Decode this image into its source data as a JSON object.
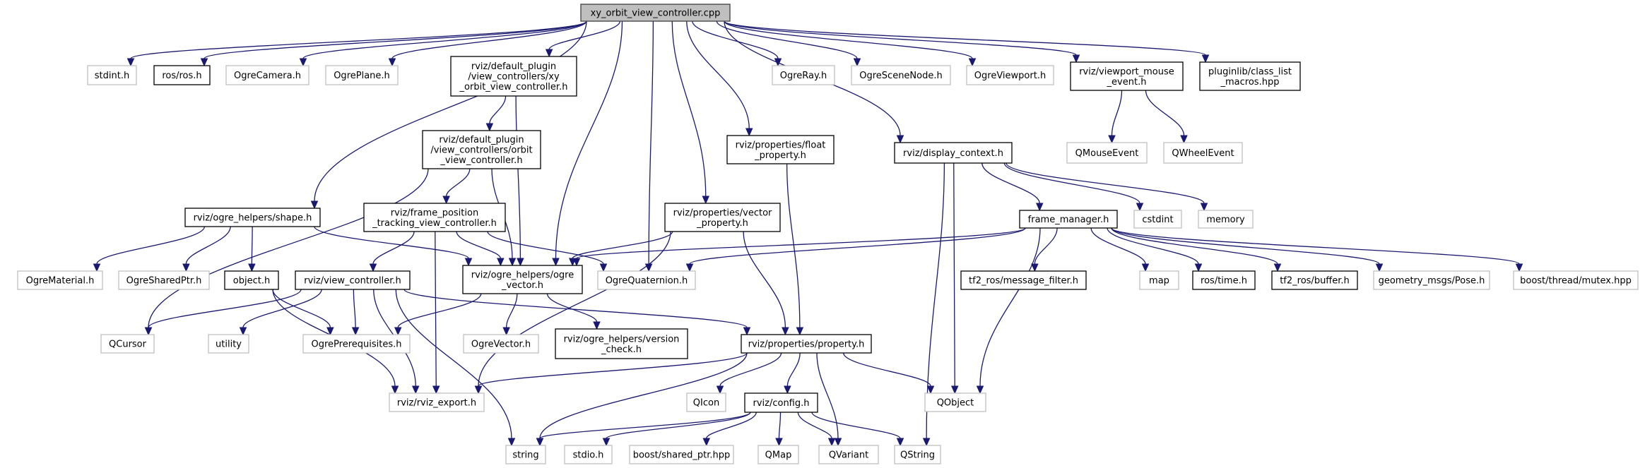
{
  "title": "xy_orbit_view_controller.cpp",
  "colors": {
    "edge": "#191970",
    "root_fill": "#bfbfbf",
    "local_border": "#000000",
    "external_border": "#bfbfbf"
  },
  "nodes": {
    "root": {
      "lines": [
        "xy_orbit_view_controller.cpp"
      ],
      "kind": "root"
    },
    "stdint_h": {
      "lines": [
        "stdint.h"
      ],
      "kind": "external"
    },
    "ros_ros_h": {
      "lines": [
        "ros/ros.h"
      ],
      "kind": "local"
    },
    "ogre_camera": {
      "lines": [
        "OgreCamera.h"
      ],
      "kind": "external"
    },
    "ogre_plane": {
      "lines": [
        "OgrePlane.h"
      ],
      "kind": "external"
    },
    "xy_orbit_h": {
      "lines": [
        "rviz/default_plugin",
        "/view_controllers/xy",
        "_orbit_view_controller.h"
      ],
      "kind": "local"
    },
    "ogre_ray": {
      "lines": [
        "OgreRay.h"
      ],
      "kind": "external"
    },
    "ogre_scenenode": {
      "lines": [
        "OgreSceneNode.h"
      ],
      "kind": "external"
    },
    "ogre_viewport": {
      "lines": [
        "OgreViewport.h"
      ],
      "kind": "external"
    },
    "viewport_mouse_event": {
      "lines": [
        "rviz/viewport_mouse",
        "_event.h"
      ],
      "kind": "local"
    },
    "class_list_macros": {
      "lines": [
        "pluginlib/class_list",
        "_macros.hpp"
      ],
      "kind": "local"
    },
    "orbit_view_controller": {
      "lines": [
        "rviz/default_plugin",
        "/view_controllers/orbit",
        "_view_controller.h"
      ],
      "kind": "local"
    },
    "float_property": {
      "lines": [
        "rviz/properties/float",
        "_property.h"
      ],
      "kind": "local"
    },
    "display_context": {
      "lines": [
        "rviz/display_context.h"
      ],
      "kind": "local"
    },
    "qmouseevent": {
      "lines": [
        "QMouseEvent"
      ],
      "kind": "external"
    },
    "qwheelevent": {
      "lines": [
        "QWheelEvent"
      ],
      "kind": "external"
    },
    "shape_h": {
      "lines": [
        "rviz/ogre_helpers/shape.h"
      ],
      "kind": "local"
    },
    "frame_position": {
      "lines": [
        "rviz/frame_position",
        "_tracking_view_controller.h"
      ],
      "kind": "local"
    },
    "vector_property": {
      "lines": [
        "rviz/properties/vector",
        "_property.h"
      ],
      "kind": "local"
    },
    "frame_manager": {
      "lines": [
        "frame_manager.h"
      ],
      "kind": "local"
    },
    "cstdint": {
      "lines": [
        "cstdint"
      ],
      "kind": "external"
    },
    "memory": {
      "lines": [
        "memory"
      ],
      "kind": "external"
    },
    "ogre_material": {
      "lines": [
        "OgreMaterial.h"
      ],
      "kind": "external"
    },
    "ogre_sharedptr": {
      "lines": [
        "OgreSharedPtr.h"
      ],
      "kind": "external"
    },
    "object_h": {
      "lines": [
        "object.h"
      ],
      "kind": "local"
    },
    "view_controller": {
      "lines": [
        "rviz/view_controller.h"
      ],
      "kind": "local"
    },
    "ogre_vector_h": {
      "lines": [
        "rviz/ogre_helpers/ogre",
        "_vector.h"
      ],
      "kind": "local"
    },
    "ogre_quaternion": {
      "lines": [
        "OgreQuaternion.h"
      ],
      "kind": "external"
    },
    "message_filter": {
      "lines": [
        "tf2_ros/message_filter.h"
      ],
      "kind": "local"
    },
    "map": {
      "lines": [
        "map"
      ],
      "kind": "external"
    },
    "ros_time": {
      "lines": [
        "ros/time.h"
      ],
      "kind": "local"
    },
    "tf2_buffer": {
      "lines": [
        "tf2_ros/buffer.h"
      ],
      "kind": "local"
    },
    "geometry_pose": {
      "lines": [
        "geometry_msgs/Pose.h"
      ],
      "kind": "external"
    },
    "boost_mutex": {
      "lines": [
        "boost/thread/mutex.hpp"
      ],
      "kind": "external"
    },
    "qcursor": {
      "lines": [
        "QCursor"
      ],
      "kind": "external"
    },
    "utility": {
      "lines": [
        "utility"
      ],
      "kind": "external"
    },
    "ogre_prerequisites": {
      "lines": [
        "OgrePrerequisites.h"
      ],
      "kind": "external"
    },
    "ogre_vector": {
      "lines": [
        "OgreVector.h"
      ],
      "kind": "external"
    },
    "version_check": {
      "lines": [
        "rviz/ogre_helpers/version",
        "_check.h"
      ],
      "kind": "local"
    },
    "property_h": {
      "lines": [
        "rviz/properties/property.h"
      ],
      "kind": "local"
    },
    "rviz_export": {
      "lines": [
        "rviz/rviz_export.h"
      ],
      "kind": "external"
    },
    "qicon": {
      "lines": [
        "QIcon"
      ],
      "kind": "external"
    },
    "config_h": {
      "lines": [
        "rviz/config.h"
      ],
      "kind": "local"
    },
    "qobject": {
      "lines": [
        "QObject"
      ],
      "kind": "external"
    },
    "string": {
      "lines": [
        "string"
      ],
      "kind": "external"
    },
    "stdio_h": {
      "lines": [
        "stdio.h"
      ],
      "kind": "external"
    },
    "boost_shared_ptr": {
      "lines": [
        "boost/shared_ptr.hpp"
      ],
      "kind": "external"
    },
    "qmap": {
      "lines": [
        "QMap"
      ],
      "kind": "external"
    },
    "qvariant": {
      "lines": [
        "QVariant"
      ],
      "kind": "external"
    },
    "qstring": {
      "lines": [
        "QString"
      ],
      "kind": "external"
    }
  },
  "edges": [
    [
      "root",
      "stdint_h"
    ],
    [
      "root",
      "ros_ros_h"
    ],
    [
      "root",
      "ogre_camera"
    ],
    [
      "root",
      "ogre_plane"
    ],
    [
      "root",
      "xy_orbit_h"
    ],
    [
      "root",
      "shape_h"
    ],
    [
      "root",
      "ogre_vector_h"
    ],
    [
      "root",
      "ogre_quaternion"
    ],
    [
      "root",
      "vector_property"
    ],
    [
      "root",
      "float_property"
    ],
    [
      "root",
      "display_context"
    ],
    [
      "root",
      "ogre_ray"
    ],
    [
      "root",
      "ogre_scenenode"
    ],
    [
      "root",
      "ogre_viewport"
    ],
    [
      "root",
      "viewport_mouse_event"
    ],
    [
      "root",
      "class_list_macros"
    ],
    [
      "xy_orbit_h",
      "orbit_view_controller"
    ],
    [
      "xy_orbit_h",
      "ogre_vector_h"
    ],
    [
      "orbit_view_controller",
      "frame_position"
    ],
    [
      "orbit_view_controller",
      "ogre_vector_h"
    ],
    [
      "orbit_view_controller",
      "qcursor"
    ],
    [
      "viewport_mouse_event",
      "qmouseevent"
    ],
    [
      "viewport_mouse_event",
      "qwheelevent"
    ],
    [
      "shape_h",
      "ogre_material"
    ],
    [
      "shape_h",
      "ogre_sharedptr"
    ],
    [
      "shape_h",
      "object_h"
    ],
    [
      "shape_h",
      "ogre_vector_h"
    ],
    [
      "frame_position",
      "view_controller"
    ],
    [
      "frame_position",
      "ogre_vector_h"
    ],
    [
      "frame_position",
      "ogre_quaternion"
    ],
    [
      "frame_position",
      "rviz_export"
    ],
    [
      "vector_property",
      "ogre_vector_h"
    ],
    [
      "vector_property",
      "property_h"
    ],
    [
      "vector_property",
      "rviz_export"
    ],
    [
      "float_property",
      "property_h"
    ],
    [
      "display_context",
      "frame_manager"
    ],
    [
      "display_context",
      "cstdint"
    ],
    [
      "display_context",
      "memory"
    ],
    [
      "display_context",
      "qobject"
    ],
    [
      "display_context",
      "qstring"
    ],
    [
      "frame_manager",
      "ogre_vector_h"
    ],
    [
      "frame_manager",
      "ogre_quaternion"
    ],
    [
      "frame_manager",
      "message_filter"
    ],
    [
      "frame_manager",
      "map"
    ],
    [
      "frame_manager",
      "ros_time"
    ],
    [
      "frame_manager",
      "tf2_buffer"
    ],
    [
      "frame_manager",
      "geometry_pose"
    ],
    [
      "frame_manager",
      "boost_mutex"
    ],
    [
      "frame_manager",
      "qobject"
    ],
    [
      "object_h",
      "ogre_prerequisites"
    ],
    [
      "object_h",
      "rviz_export"
    ],
    [
      "view_controller",
      "qcursor"
    ],
    [
      "view_controller",
      "utility"
    ],
    [
      "view_controller",
      "ogre_prerequisites"
    ],
    [
      "view_controller",
      "rviz_export"
    ],
    [
      "view_controller",
      "string"
    ],
    [
      "view_controller",
      "property_h"
    ],
    [
      "ogre_vector_h",
      "ogre_prerequisites"
    ],
    [
      "ogre_vector_h",
      "ogre_vector"
    ],
    [
      "ogre_vector_h",
      "version_check"
    ],
    [
      "property_h",
      "rviz_export"
    ],
    [
      "property_h",
      "string"
    ],
    [
      "property_h",
      "qicon"
    ],
    [
      "property_h",
      "config_h"
    ],
    [
      "property_h",
      "qvariant"
    ],
    [
      "property_h",
      "qobject"
    ],
    [
      "config_h",
      "string"
    ],
    [
      "config_h",
      "stdio_h"
    ],
    [
      "config_h",
      "boost_shared_ptr"
    ],
    [
      "config_h",
      "qmap"
    ],
    [
      "config_h",
      "qvariant"
    ],
    [
      "config_h",
      "qstring"
    ]
  ]
}
